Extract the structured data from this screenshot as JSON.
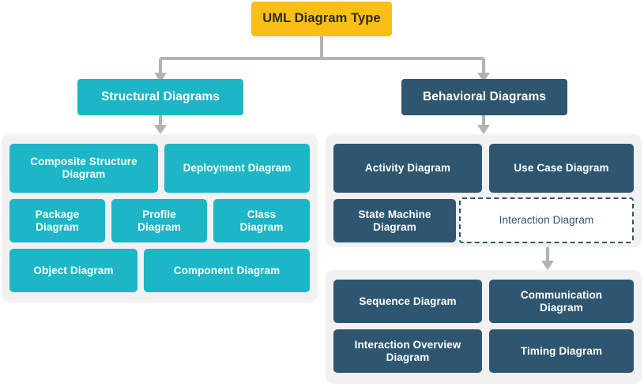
{
  "diagram": {
    "title": "UML Diagram Type",
    "colors": {
      "root": "#FBBE15",
      "structural": "#1CB6C6",
      "behavioral": "#2E5670",
      "panel_background": "#F1F1F1",
      "connector": "#B3B3B3",
      "root_text": "#2b2b2b",
      "node_text": "#ffffff",
      "dashed_text": "#2E5670",
      "page_background": "#ffffff"
    }
  },
  "root": {
    "label": "UML Diagram Type"
  },
  "branches": {
    "structural": {
      "label": "Structural Diagrams"
    },
    "behavioral": {
      "label": "Behavioral Diagrams"
    }
  },
  "structural_panel": {
    "items": [
      {
        "label": "Composite Structure\nDiagram"
      },
      {
        "label": "Deployment Diagram"
      },
      {
        "label": "Package\nDiagram"
      },
      {
        "label": "Profile\nDiagram"
      },
      {
        "label": "Class\nDiagram"
      },
      {
        "label": "Object Diagram"
      },
      {
        "label": "Component Diagram"
      }
    ]
  },
  "behavioral_panel": {
    "items": [
      {
        "label": "Activity Diagram"
      },
      {
        "label": "Use Case Diagram"
      },
      {
        "label": "State Machine\nDiagram"
      },
      {
        "label": "Interaction Diagram"
      }
    ]
  },
  "interaction_panel": {
    "items": [
      {
        "label": "Sequence Diagram"
      },
      {
        "label": "Communication\nDiagram"
      },
      {
        "label": "Interaction Overview\nDiagram"
      },
      {
        "label": "Timing Diagram"
      }
    ]
  }
}
